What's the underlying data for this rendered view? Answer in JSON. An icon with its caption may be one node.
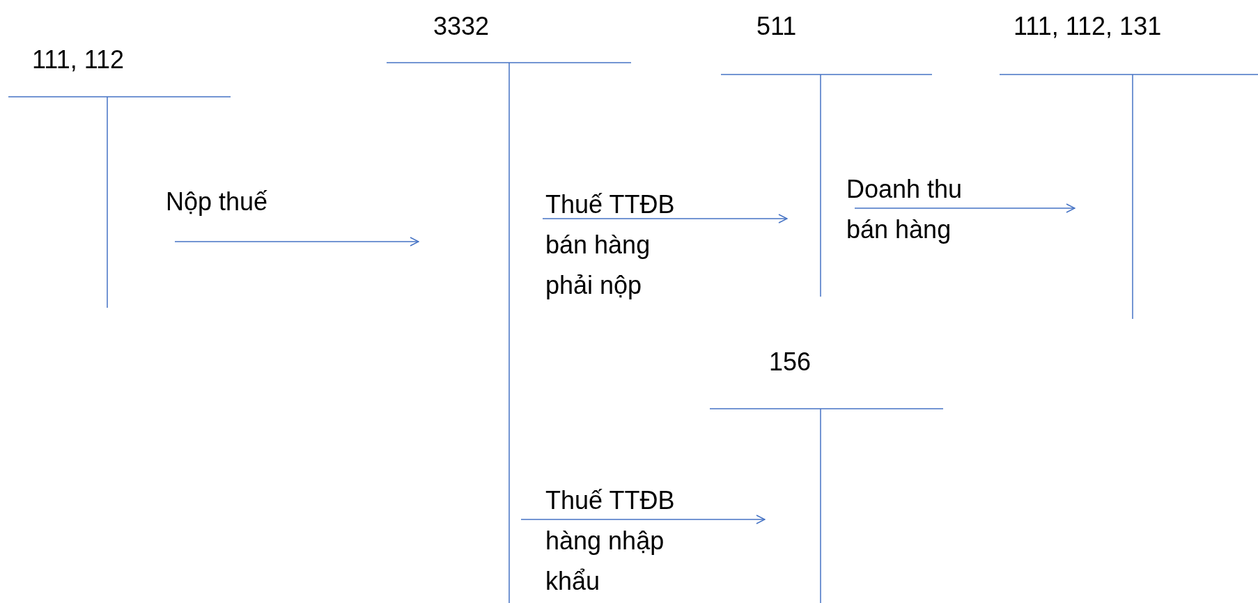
{
  "diagram": {
    "nodes": [
      {
        "text": [
          "111, 112"
        ]
      },
      {
        "text": [
          "3332"
        ]
      },
      {
        "text": [
          "511"
        ]
      },
      {
        "text": [
          "111, 112, 131"
        ]
      },
      {
        "text": [
          "156"
        ]
      }
    ],
    "edges": [
      {
        "from": 0,
        "to": 1,
        "arrow": "to",
        "label": "Nộp thuế"
      },
      {
        "from": 1,
        "to": 2,
        "arrow": "to",
        "label": "Thuế TTĐB bán hàng phải nộp"
      },
      {
        "from": 2,
        "to": 3,
        "arrow": "to",
        "label": "Doanh thu bán hàng"
      },
      {
        "from": 1,
        "to": 4,
        "arrow": "to",
        "label": "Thuế TTĐB hàng nhập khẩu"
      }
    ]
  }
}
